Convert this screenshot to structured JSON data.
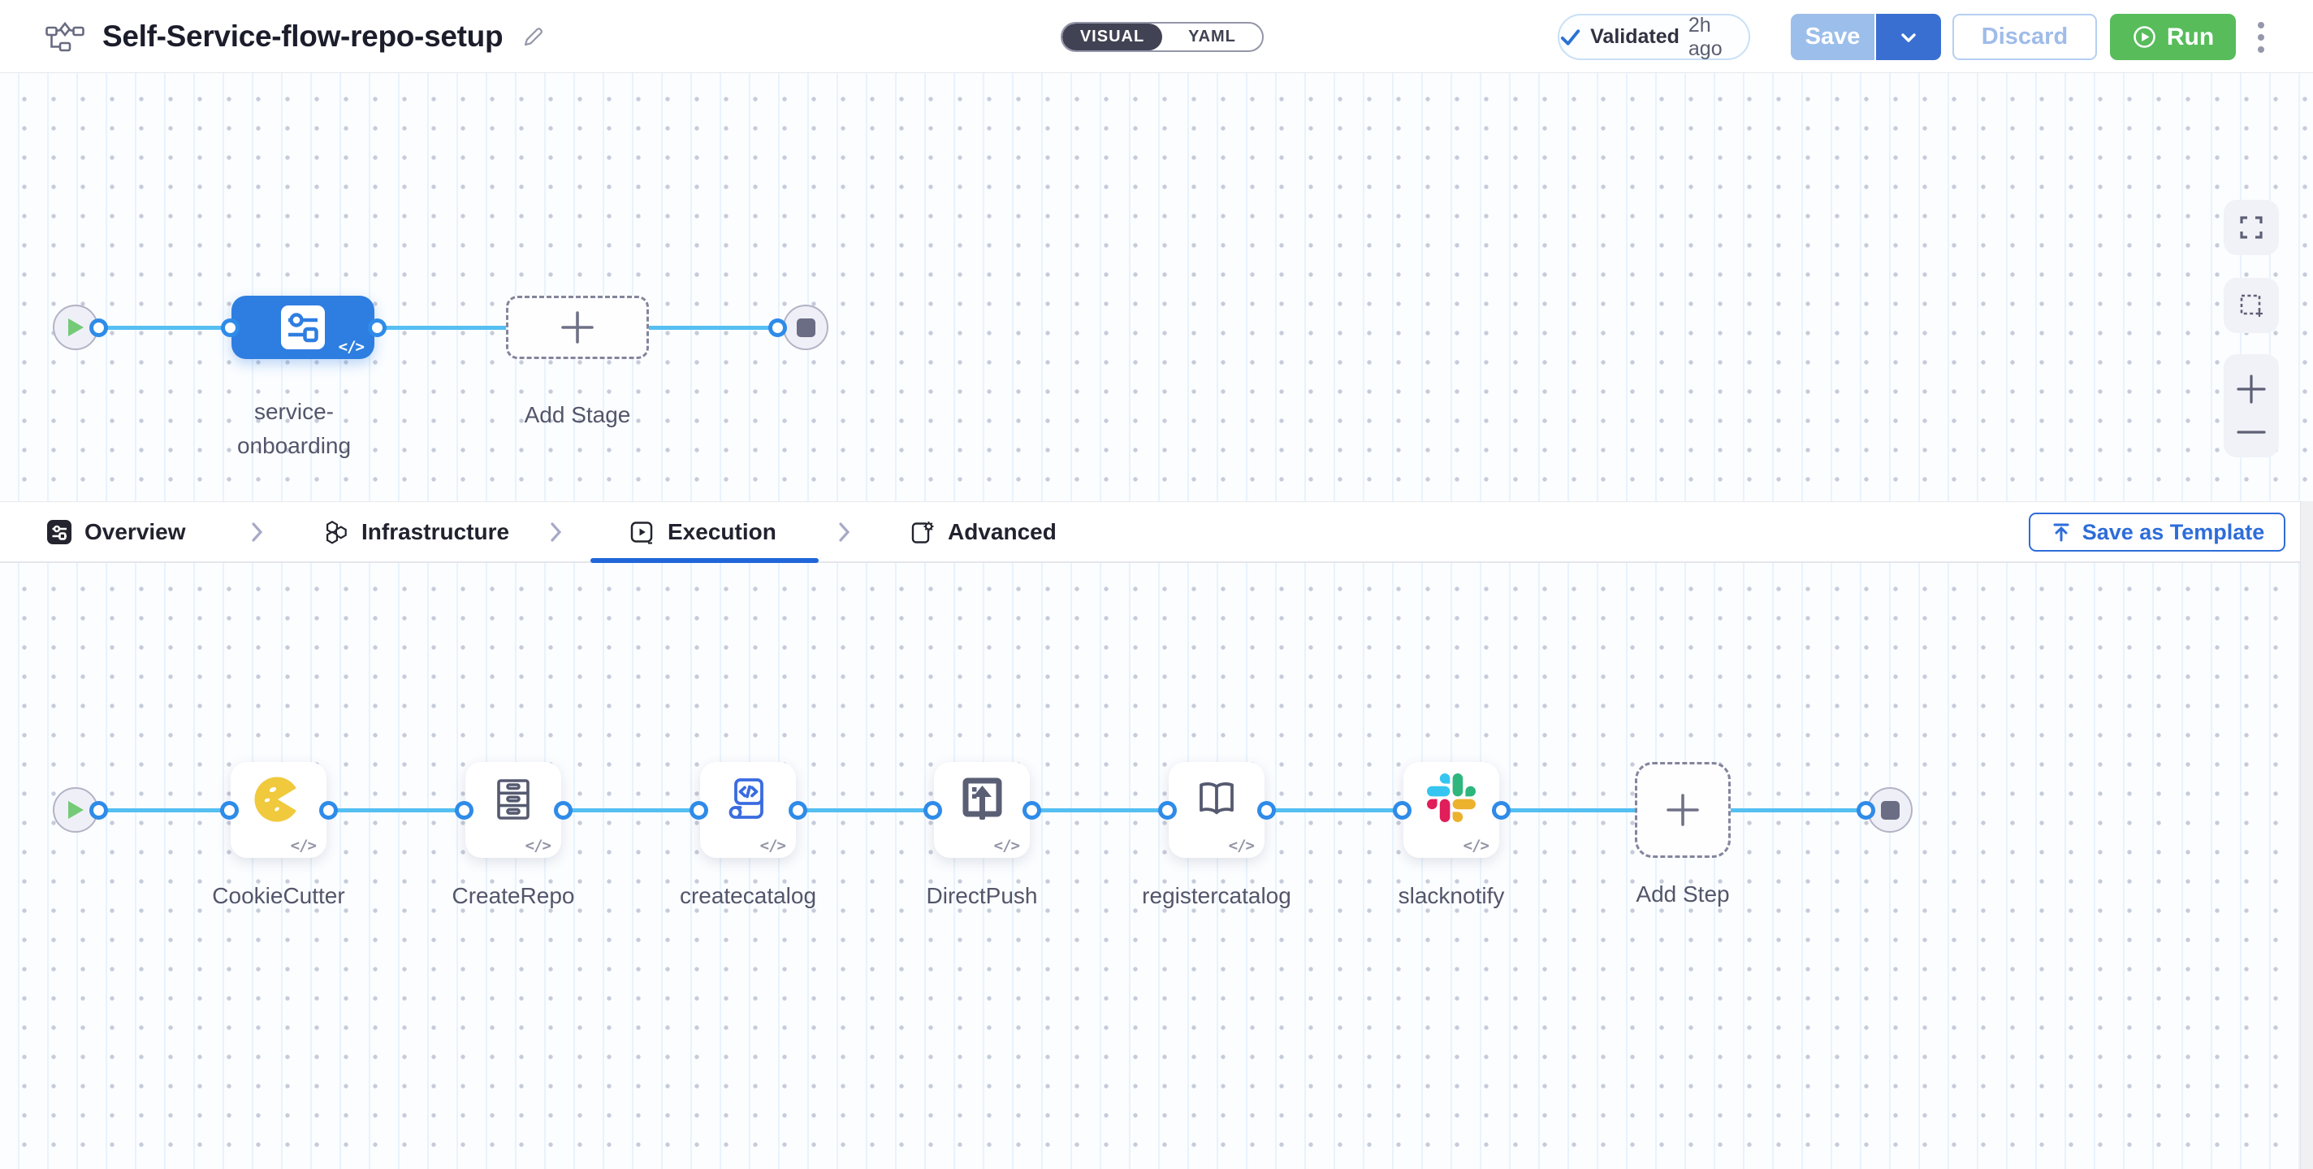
{
  "code_badge": "</>",
  "header": {
    "title": "Self-Service-flow-repo-setup",
    "toggle": {
      "visual": "VISUAL",
      "yaml": "YAML",
      "selected": "VISUAL"
    },
    "validation": {
      "status": "Validated",
      "time": "2h ago"
    },
    "buttons": {
      "save": "Save",
      "discard": "Discard",
      "run": "Run"
    }
  },
  "stage_flow": {
    "stage_name_line1": "service-",
    "stage_name_line2": "onboarding",
    "add_stage": "Add Stage"
  },
  "tabs": {
    "items": [
      {
        "label": "Overview",
        "icon": "overview-stage-icon"
      },
      {
        "label": "Infrastructure",
        "icon": "hexagons-icon"
      },
      {
        "label": "Execution",
        "icon": "play-square-icon",
        "active": true
      },
      {
        "label": "Advanced",
        "icon": "clipboard-gear-icon"
      }
    ],
    "active_tab": "Execution",
    "save_as_template": "Save as Template"
  },
  "execution_flow": {
    "steps": [
      {
        "label": "CookieCutter",
        "icon": "cookie-icon"
      },
      {
        "label": "CreateRepo",
        "icon": "drawers-icon"
      },
      {
        "label": "createcatalog",
        "icon": "code-catalog-icon"
      },
      {
        "label": "DirectPush",
        "icon": "push-up-icon"
      },
      {
        "label": "registercatalog",
        "icon": "open-book-icon"
      },
      {
        "label": "slacknotify",
        "icon": "slack-icon"
      }
    ],
    "add_step": "Add Step"
  },
  "colors": {
    "stage_blue": "#2e7ee1",
    "flow_line_blue": "#55bff2",
    "port_ring_blue": "#2f8be8",
    "run_green": "#58bc5b",
    "accent_blue": "#2e6dd9",
    "save_disabled_blue": "#9cbeea",
    "cookie_yellow": "#f0c93d",
    "slack": [
      "#36C5F0",
      "#2EB67D",
      "#ECB22E",
      "#E01E5A"
    ]
  }
}
